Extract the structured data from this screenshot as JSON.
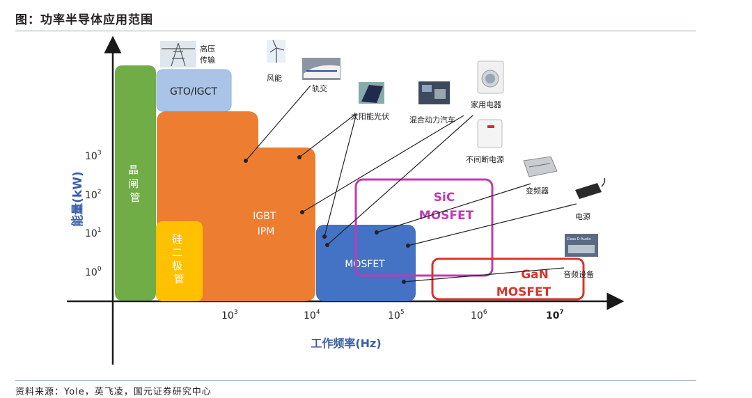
{
  "header": {
    "title": "图：功率半导体应用范围"
  },
  "footer": {
    "source": "资料来源：Yole，英飞凌，国元证券研究中心"
  },
  "axes": {
    "ylabel": "能量(kW)",
    "xlabel": "工作频率(Hz)",
    "yticks": [
      {
        "base": "10",
        "exp": "3"
      },
      {
        "base": "10",
        "exp": "2"
      },
      {
        "base": "10",
        "exp": "1"
      },
      {
        "base": "10",
        "exp": "0"
      }
    ],
    "xticks": [
      {
        "base": "10",
        "exp": "3"
      },
      {
        "base": "10",
        "exp": "4"
      },
      {
        "base": "10",
        "exp": "5"
      },
      {
        "base": "10",
        "exp": "6"
      },
      {
        "base": "10",
        "exp": "7"
      }
    ]
  },
  "regions": {
    "thyristor": {
      "label": [
        "晶",
        "闸",
        "管"
      ],
      "color": "#70ad47"
    },
    "gto": {
      "label": "GTO/IGCT",
      "color": "#a9c4e6"
    },
    "igbt": {
      "label": [
        "IGBT",
        "IPM"
      ],
      "color": "#ed7d31"
    },
    "diode": {
      "label": [
        "硅",
        "二",
        "极",
        "管"
      ],
      "color": "#ffc000"
    },
    "mosfet": {
      "label": "MOSFET",
      "color": "#4472c4"
    },
    "sic": {
      "label": [
        "SiC",
        "MOSFET"
      ],
      "color": "#c239b3"
    },
    "gan": {
      "label": [
        "GaN",
        "MOSFET"
      ],
      "color": "#d9342b"
    }
  },
  "applications": {
    "hv_transmission": [
      "高压",
      "传输"
    ],
    "wind": "风能",
    "rail": "轨交",
    "solar": "太阳能光伏",
    "hybrid_car": "混合动力汽车",
    "appliance": "家用电器",
    "ups": "不间断电源",
    "inverter": "变频器",
    "power_supply": "电源",
    "audio": "音频设备",
    "audio_device_text": "Class D Audio"
  }
}
